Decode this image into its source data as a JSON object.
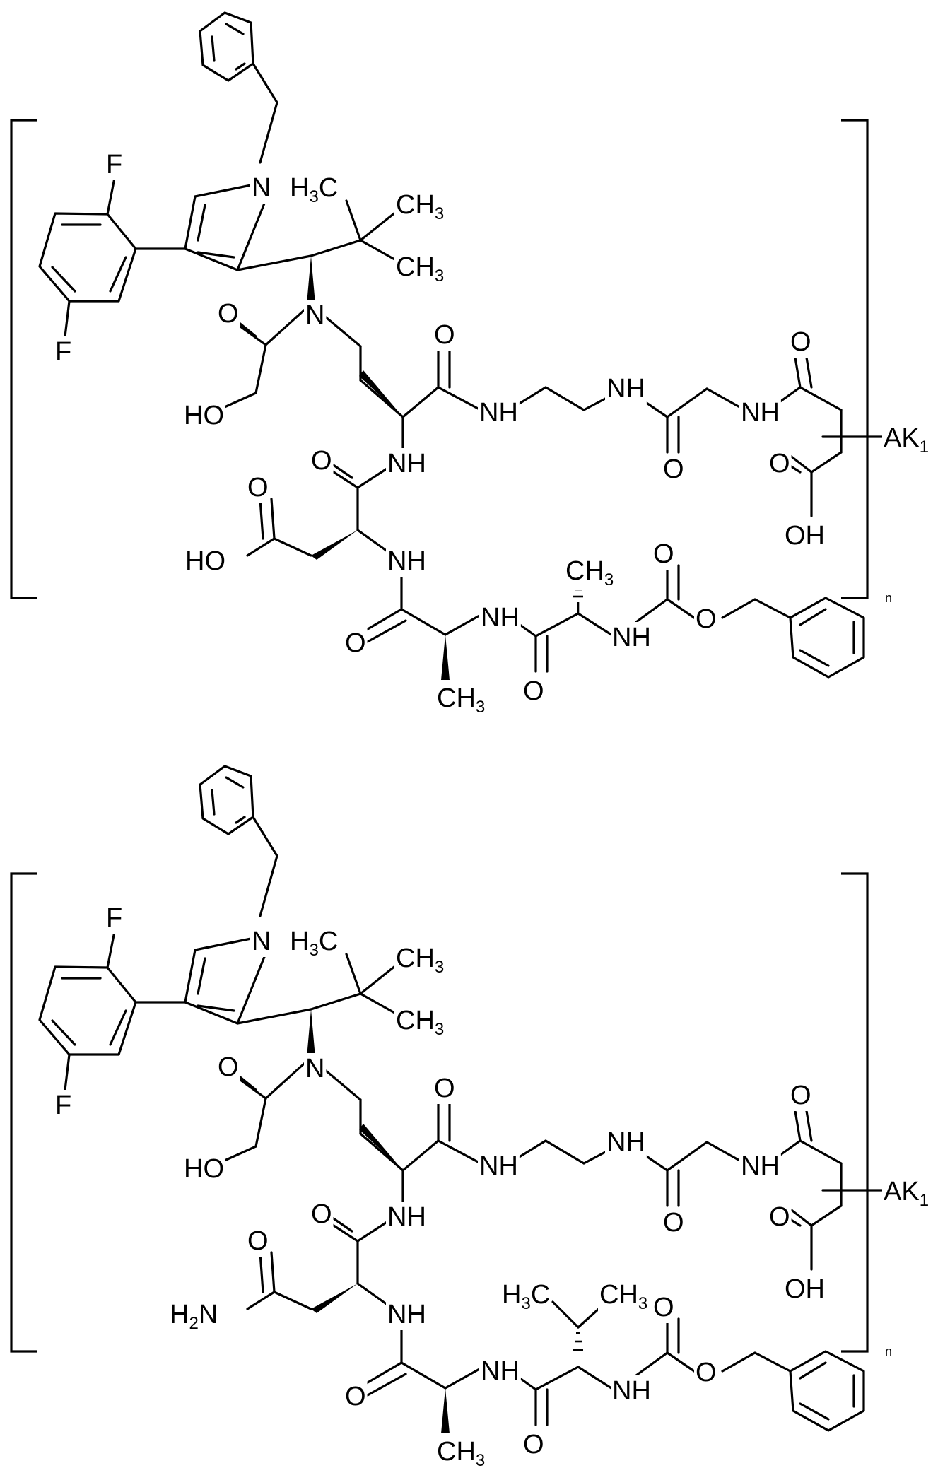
{
  "structures": [
    {
      "id": "structure-1",
      "repeat_index": "n",
      "labels": {
        "f_top": "F",
        "f_bottom": "F",
        "n_pyrrole": "N",
        "n_amine": "N",
        "h3c": "H3C",
        "ch3_a": "CH3",
        "ch3_b": "CH3",
        "o_acyl": "O",
        "ho_acyl": "HO",
        "o_amide1": "O",
        "nh_amide1": "NH",
        "nh_eth": "NH",
        "o_gly": "O",
        "nh_gly": "NH",
        "o_succ": "O",
        "ak": "AK1",
        "o_acid": "O",
        "oh_acid": "OH",
        "o_asp": "O",
        "nh_asp": "NH",
        "o_side": "O",
        "ho_side": "HO",
        "nh_ala1": "NH",
        "o_ala1": "O",
        "ch3_ala1": "CH3",
        "nh_ala2": "NH",
        "o_ala2": "O",
        "ch3_ala2": "CH3",
        "nh_cbz": "NH",
        "o_cbz1": "O",
        "o_cbz2": "O"
      }
    },
    {
      "id": "structure-2",
      "repeat_index": "n",
      "labels": {
        "f_top": "F",
        "f_bottom": "F",
        "n_pyrrole": "N",
        "n_amine": "N",
        "h3c": "H3C",
        "ch3_a": "CH3",
        "ch3_b": "CH3",
        "o_acyl": "O",
        "ho_acyl": "HO",
        "o_amide1": "O",
        "nh_amide1": "NH",
        "nh_eth": "NH",
        "o_gly": "O",
        "nh_gly": "NH",
        "o_succ": "O",
        "ak": "AK1",
        "o_acid": "O",
        "oh_acid": "OH",
        "o_asn": "O",
        "nh_asn": "NH",
        "o_side": "O",
        "h2n_side": "H2N",
        "nh_ala": "NH",
        "o_ala": "O",
        "ch3_ala": "CH3",
        "h3c_val": "H3C",
        "ch3_val": "CH3",
        "nh_val": "NH",
        "o_val": "O",
        "nh_cbz": "NH",
        "o_cbz1": "O",
        "o_cbz2": "O"
      }
    }
  ]
}
